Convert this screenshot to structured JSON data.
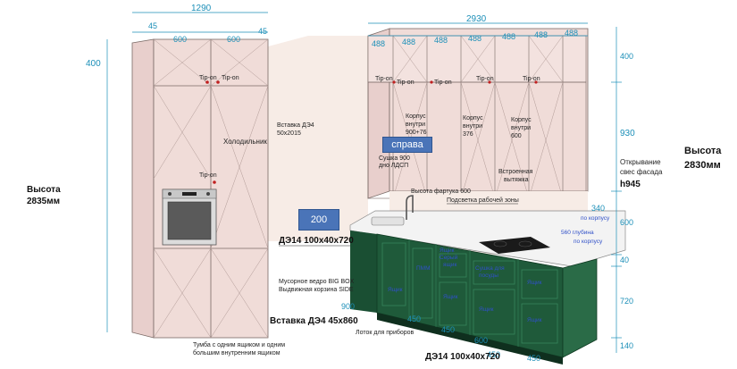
{
  "dims": {
    "top_left_width": "1290",
    "top_left_45a": "45",
    "top_left_600a": "600",
    "top_left_600b": "600",
    "top_left_45b": "45",
    "top_right_width": "2930",
    "upper_488": [
      "488",
      "488",
      "488",
      "488",
      "488",
      "488",
      "488"
    ],
    "left_400": "400",
    "right_400": "400",
    "right_930": "930",
    "right_340": "340",
    "right_600": "600",
    "right_40": "40",
    "right_720": "720",
    "right_140": "140",
    "bottom_900": "900",
    "bottom_450a": "450",
    "bottom_450b": "450",
    "bottom_600": "600",
    "bottom_450c": "450",
    "bottom_450d": "450"
  },
  "labels": {
    "height_left_1": "Высота",
    "height_left_2": "2835мм",
    "height_right_1": "Высота",
    "height_right_2": "2830мм",
    "opening_1": "Открывание",
    "opening_2": "свес фасада",
    "opening_3": "h945",
    "tip_on": "Tip-on",
    "vstavka_1": "Вставка ДЭ4",
    "vstavka_2": "50x2015",
    "fridge": "Холодильник",
    "korpus_900_1": "Корпус",
    "korpus_900_2": "внутри",
    "korpus_900_3": "900+76",
    "korpus_376_1": "Корпус",
    "korpus_376_2": "внутри",
    "korpus_376_3": "376",
    "korpus_600_1": "Корпус",
    "korpus_600_2": "внутри",
    "korpus_600_3": "600",
    "drying_1": "Сушка 900",
    "drying_2": "дно ЛДСП",
    "hood_1": "Встроенная",
    "hood_2": "вытяжка",
    "apron_height": "Высота фартука 600",
    "work_light": "Подсветка рабочей зоны",
    "depth_340": "по корпусу",
    "depth_560_1": "560 глубина",
    "depth_560_2": "по корпусу",
    "de14_top": "ДЭ14 100x40x720",
    "de14_bottom": "ДЭ14 100x40x720",
    "trash_1": "Мусорное ведро BIG BOX",
    "trash_2": "Выдвижная корзина SIDE",
    "vstavka_bottom": "Вставка ДЭ4 45x860",
    "cutlery": "Лоток для приборов",
    "cabinet_1": "Тумба с одним ящиком и одним",
    "cabinet_2": "большим внутренним ящиком",
    "pmm": "ПММ",
    "drawer": "Ящик",
    "drawer_dry_1": "Ящик",
    "drawer_dry_2": "Серый",
    "drawer_dry_3": "ящик",
    "drying_dishes_1": "Сушка для",
    "drying_dishes_2": "посуды"
  },
  "tags": {
    "right": "справа",
    "n200": "200"
  },
  "colors": {
    "cabinet": "#f0dcd8",
    "cabinet_line": "#7a6a66",
    "wall": "#f7ece6",
    "dim": "#1c8fb8",
    "green": "#1f5a3a",
    "counter": "#f3f3f3",
    "tag": "#4a74b8"
  }
}
